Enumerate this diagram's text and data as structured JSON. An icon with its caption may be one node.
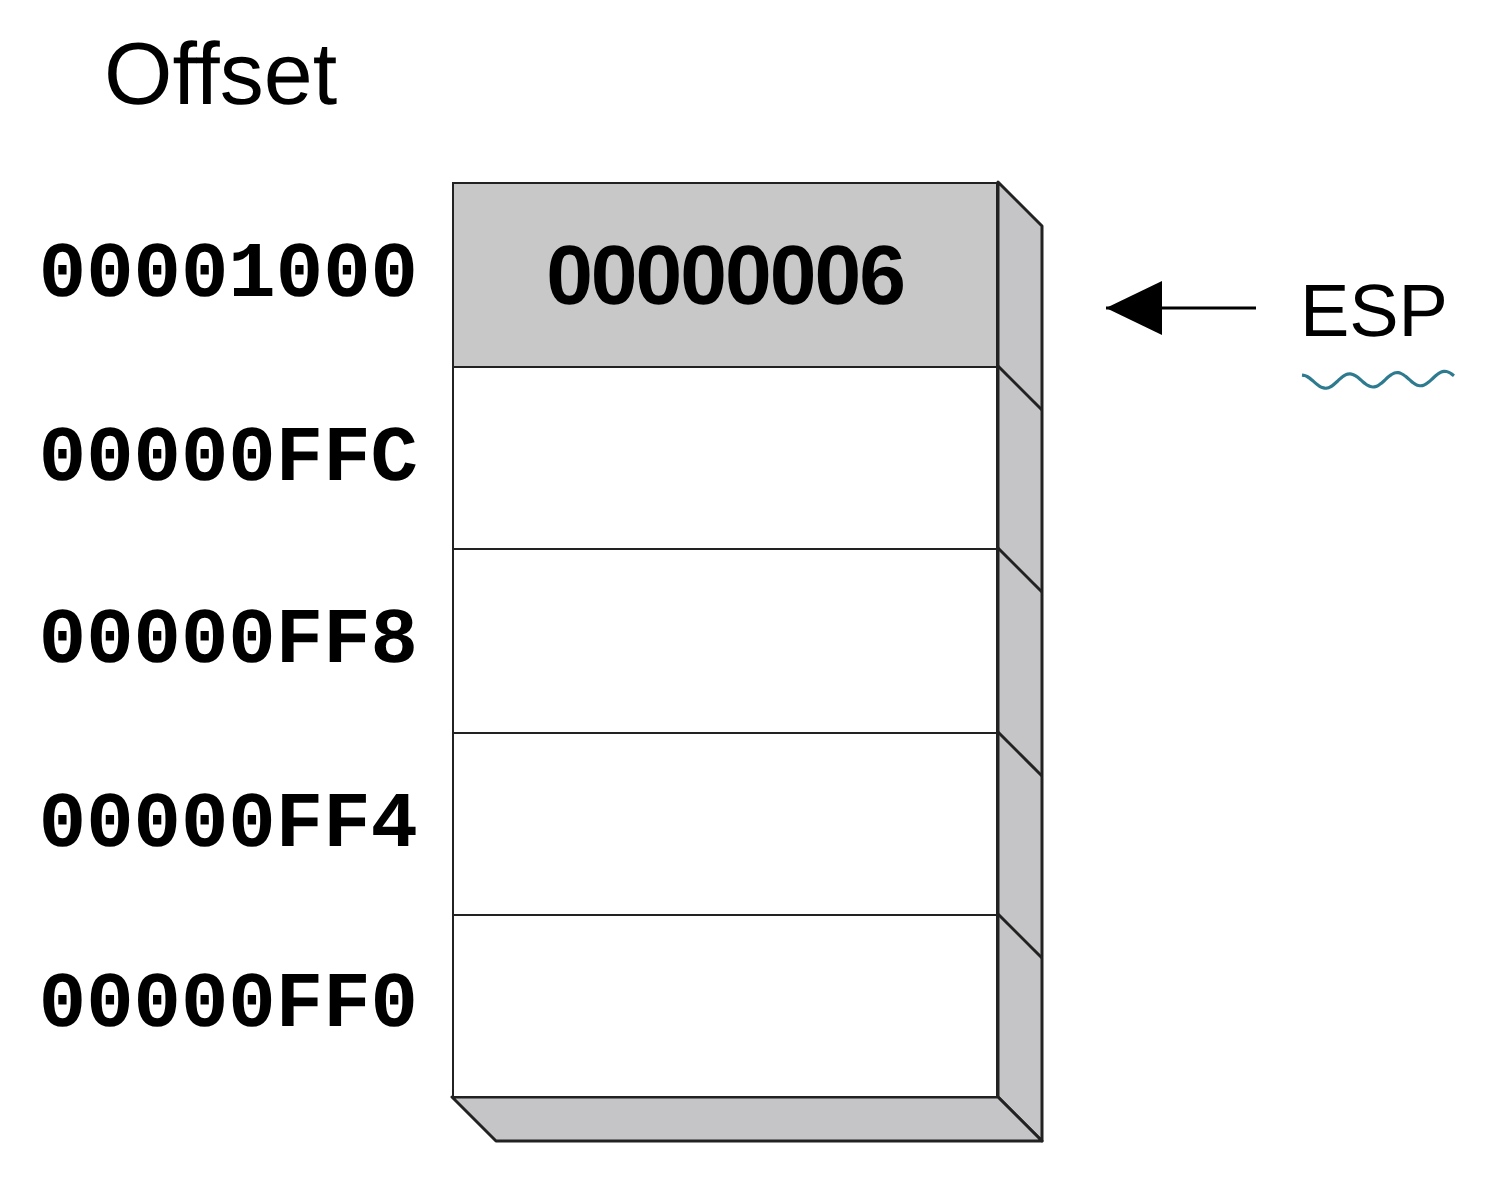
{
  "diagram": {
    "nodes": [
      {
        "text": [
          "00000006"
        ],
        "beside": [
          "00001000"
        ]
      },
      {
        "text": [],
        "shape": "box",
        "beside": [
          "00000FFC"
        ]
      },
      {
        "text": [],
        "shape": "box",
        "beside": [
          "00000FF8"
        ]
      },
      {
        "text": [],
        "shape": "box",
        "beside": [
          "00000FF4"
        ]
      },
      {
        "text": [],
        "shape": "box",
        "beside": [
          "00000FF0"
        ]
      },
      {
        "text": [
          "ESP"
        ]
      }
    ],
    "edges": [
      {
        "from": 5,
        "to": 0,
        "arrow": "to"
      }
    ],
    "labels": [
      "Offset"
    ]
  }
}
